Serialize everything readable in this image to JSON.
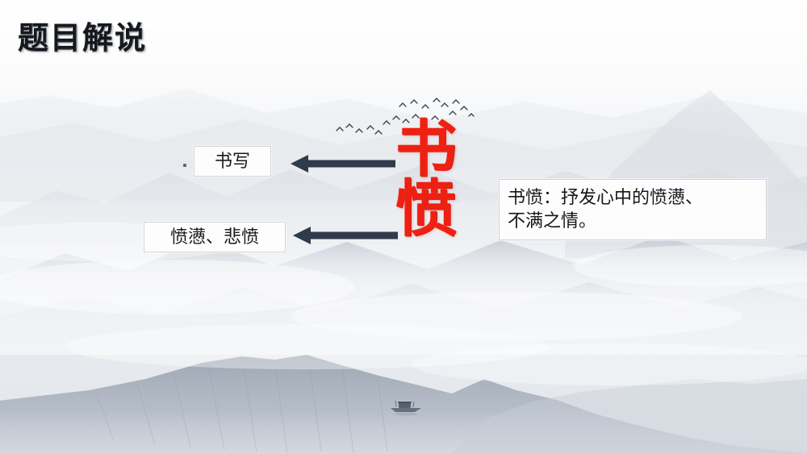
{
  "slide": {
    "title": "题目解说",
    "background_theme": "chinese-ink-wash-mountains",
    "colors": {
      "title_text": "#15181c",
      "calligraphy_red": "#ee2012",
      "arrow": "#2f3a4a",
      "box_border": "#d2d4d8",
      "box_fill": "#fdfdfd",
      "body_text": "#15171a"
    }
  },
  "calligraphy": {
    "characters": [
      "书",
      "愤"
    ],
    "orientation": "vertical",
    "color": "#ee2012"
  },
  "labels": [
    {
      "id": "shuxie",
      "text": "书写"
    },
    {
      "id": "fenmen",
      "text": "愤懑、悲愤"
    }
  ],
  "arrows": [
    {
      "id": "arrow-top",
      "direction": "left",
      "from": "书",
      "to": "书写"
    },
    {
      "id": "arrow-bottom",
      "direction": "left",
      "from": "愤",
      "to": "愤懑、悲愤"
    }
  ],
  "explanation": {
    "line1": "书愤：抒发心中的愤懑、",
    "line2": "不满之情。"
  },
  "decorations": {
    "birds_label": "flying-birds-flock",
    "boat_label": "small-fishing-boat",
    "ink_dot_label": "ink-dot"
  }
}
